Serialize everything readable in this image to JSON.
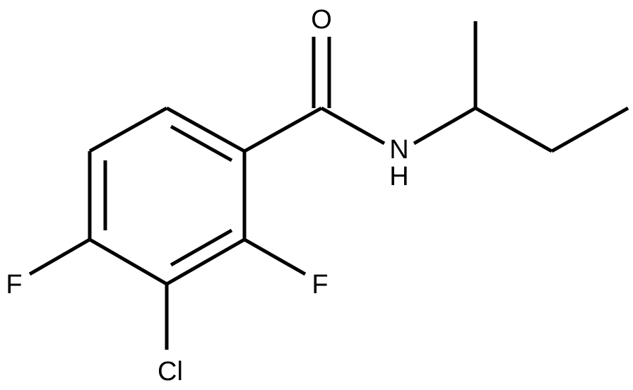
{
  "molecule": {
    "atoms": {
      "oxygen": "O",
      "nitrogen": "N",
      "amide_hydrogen": "H",
      "fluorine_left": "F",
      "fluorine_right": "F",
      "chlorine": "Cl"
    },
    "colors": {
      "bond": "#000000",
      "label": "#000000",
      "background": "#ffffff"
    }
  }
}
